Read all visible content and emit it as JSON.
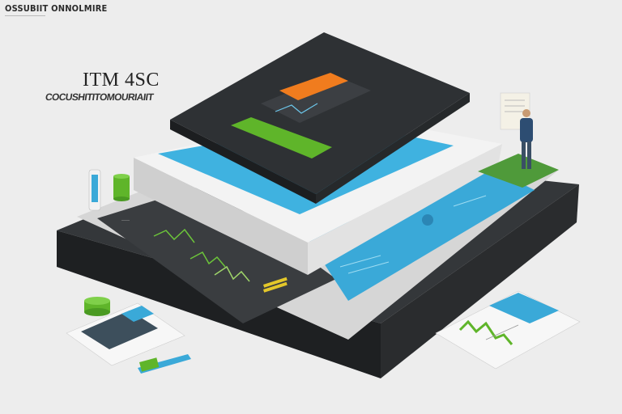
{
  "header": {
    "title": "OSSUBIIT ONNOLMIRE",
    "subtitle": "——————————"
  },
  "labels": {
    "big": "ITM 4SC",
    "small": "COCUSHITITOMOURIAIIT"
  },
  "colors": {
    "background": "#ededed",
    "platform_dark": "#2d2f31",
    "platform_light": "#d9d9d9",
    "screen_blue": "#3aa9d8",
    "accent_orange": "#f07c1e",
    "accent_green": "#5fb52a"
  },
  "icons": [
    "person-icon",
    "document-icon",
    "cylinder-icon",
    "pen-icon",
    "phone-icon"
  ]
}
